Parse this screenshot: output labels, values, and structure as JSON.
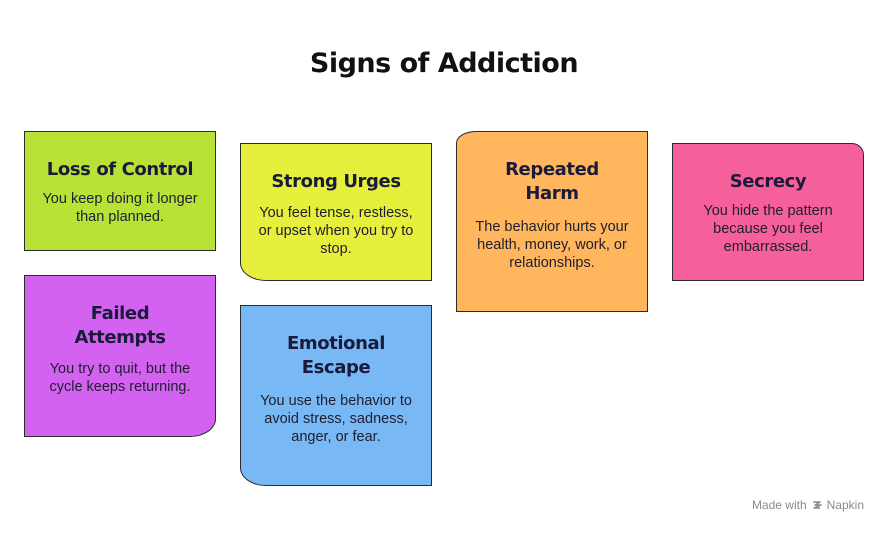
{
  "title": "Signs of Addiction",
  "cards": [
    {
      "heading": "Loss of Control",
      "body": "You keep doing it longer than planned.",
      "color": "#b8e336"
    },
    {
      "heading": "Strong Urges",
      "body": "You feel tense, restless, or upset when you try to stop.",
      "color": "#e6f03c"
    },
    {
      "heading": "Repeated Harm",
      "body": "The behavior hurts your health, money, work, or relationships.",
      "color": "#ffb65c"
    },
    {
      "heading": "Secrecy",
      "body": "You hide the pattern because you feel embarrassed.",
      "color": "#f6609a"
    },
    {
      "heading": "Failed Attempts",
      "body": "You try to quit, but the cycle keeps returning.",
      "color": "#d462f0"
    },
    {
      "heading": "Emotional Escape",
      "body": "You use the behavior to avoid stress, sadness, anger, or fear.",
      "color": "#78b8f5"
    }
  ],
  "footer": {
    "made_with": "Made with",
    "brand": "Napkin"
  }
}
